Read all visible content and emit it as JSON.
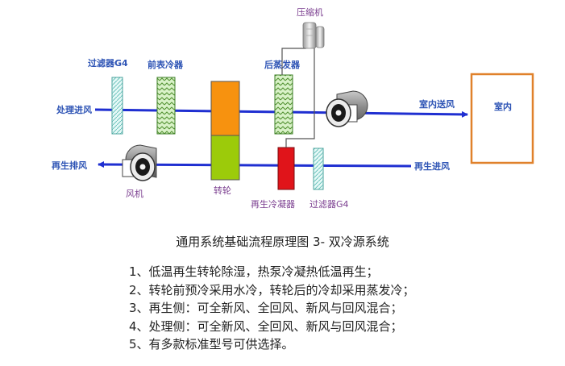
{
  "diagram": {
    "labels": {
      "filter_g4_top": "过滤器G4",
      "pre_cooler": "前表冷器",
      "post_evaporator": "后蒸发器",
      "compressor": "压缩机",
      "process_inlet": "处理进风",
      "indoor_supply": "室内送风",
      "indoor": "室内",
      "regen_exhaust": "再生排风",
      "regen_inlet": "再生进风",
      "fan": "风机",
      "wheel": "转轮",
      "regen_condenser": "再生冷凝器",
      "filter_g4_bottom": "过滤器G4"
    },
    "colors": {
      "airflow": "#1f2fd1",
      "label_blue": "#2e54b5",
      "label_purple": "#7a3d8f",
      "wheel_top": "#f7920f",
      "wheel_bottom": "#9ccb0a",
      "condenser": "#e0141a",
      "coil": "#8fd06a",
      "filter": "#a8e6e0",
      "room_border": "#e0812b"
    }
  },
  "caption": "通用系统基础流程原理图 3- 双冷源系统",
  "notes": [
    "1、低温再生转轮除湿，热泵冷凝热低温再生；",
    "2、转轮前预冷采用水冷，转轮后的冷却采用蒸发冷；",
    "3、再生侧：可全新风、全回风、新风与回风混合；",
    "4、处理侧：可全新风、全回风、新风与回风混合；",
    "5、有多款标准型号可供选择。"
  ]
}
